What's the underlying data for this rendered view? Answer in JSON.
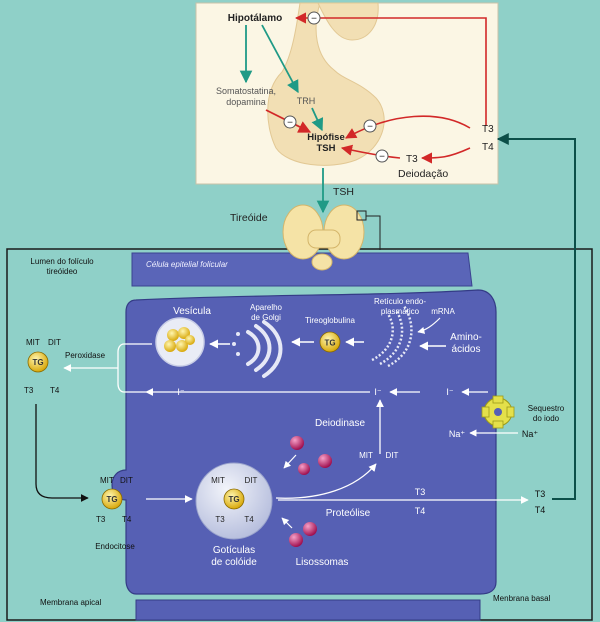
{
  "colors": {
    "background": "#8fd0c8",
    "top_panel": "#fbf6e4",
    "cell": "#5660b4",
    "cell_dark": "#434b98",
    "inhibit_arrow": "#d22828",
    "stimulate_arrow": "#1f9a86",
    "tg_ball": "#e8c21c",
    "lysosome": "#c0186a",
    "feedback_line": "#0c4f49"
  },
  "top": {
    "hipotalamo": "Hipotálamo",
    "somatostatina_1": "Somatostatina,",
    "somatostatina_2": "dopamina",
    "trh": "TRH",
    "hipofise": "Hipófise",
    "tsh_inner": "TSH",
    "t3_right": "T3",
    "t4_right": "T4",
    "t3_lower": "T3",
    "deiodacao": "Deiodação",
    "minus": "−"
  },
  "mid": {
    "tsh": "TSH",
    "tireoide": "Tireóide"
  },
  "cell": {
    "lumen_1": "Lumen do folículo",
    "lumen_2": "tireóideo",
    "celula_epitelial": "Célula epitelial folicular",
    "vesicula": "Vesícula",
    "golgi_1": "Aparelho",
    "golgi_2": "de Golgi",
    "reticulo_1": "Retículo endo-",
    "reticulo_2": "plasmático",
    "tireoglobulina": "Tireoglobulina",
    "mrna": "mRNA",
    "amino_1": "Amino-",
    "amino_2": "ácidos",
    "tg": "TG",
    "mit": "MIT",
    "dit": "DIT",
    "t3": "T3",
    "t4": "T4",
    "peroxidase": "Peroxidase",
    "iodide": "I⁻",
    "sequestro_1": "Sequestro",
    "sequestro_2": "do iodo",
    "na": "Na⁺",
    "deiodinase": "Deiodinase",
    "endocitose": "Endocitose",
    "goticulas_1": "Gotículas",
    "goticulas_2": "de colóide",
    "lisossomas": "Lisossomas",
    "proteolise": "Proteólise",
    "membrana_apical": "Membrana apical",
    "membrana_basal": "Menbrana basal"
  }
}
